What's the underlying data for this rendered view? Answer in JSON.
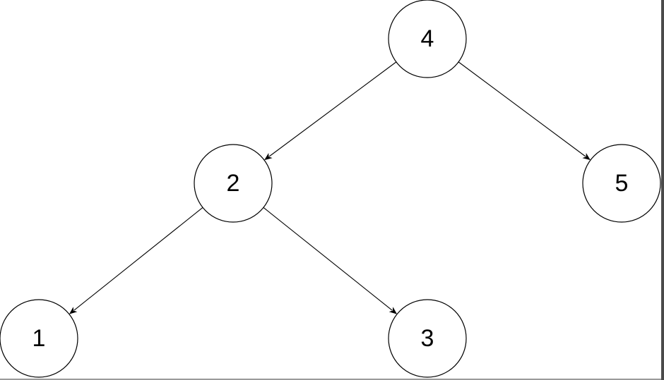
{
  "diagram": {
    "nodes": [
      {
        "id": "n4",
        "label": "4"
      },
      {
        "id": "n2",
        "label": "2"
      },
      {
        "id": "n5",
        "label": "5"
      },
      {
        "id": "n1",
        "label": "1"
      },
      {
        "id": "n3",
        "label": "3"
      }
    ],
    "edges": [
      {
        "from": "n4",
        "to": "n2"
      },
      {
        "from": "n4",
        "to": "n5"
      },
      {
        "from": "n2",
        "to": "n1"
      },
      {
        "from": "n2",
        "to": "n3"
      }
    ]
  }
}
